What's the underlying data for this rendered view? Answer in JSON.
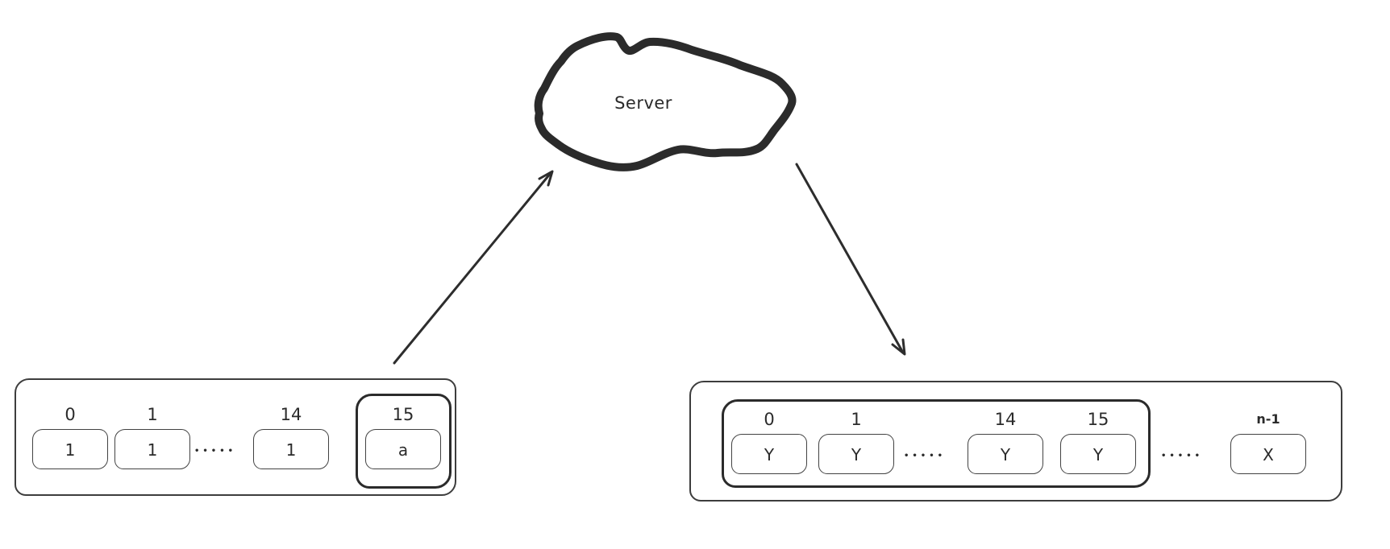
{
  "canvas": {
    "background": "#ffffff",
    "ink_color": "#2b2b2b"
  },
  "server": {
    "label": "Server"
  },
  "left_array": {
    "ellipsis": "•••••",
    "cells": [
      {
        "index": "0",
        "value": "1",
        "highlighted": false
      },
      {
        "index": "1",
        "value": "1",
        "highlighted": false
      },
      {
        "index": "14",
        "value": "1",
        "highlighted": false
      },
      {
        "index": "15",
        "value": "a",
        "highlighted": true
      }
    ]
  },
  "right_array": {
    "ellipsis_inner": "•••••",
    "ellipsis_outer": "•••••",
    "cells": [
      {
        "index": "0",
        "value": "Y",
        "in_group": true
      },
      {
        "index": "1",
        "value": "Y",
        "in_group": true
      },
      {
        "index": "14",
        "value": "Y",
        "in_group": true
      },
      {
        "index": "15",
        "value": "Y",
        "in_group": true
      },
      {
        "index": "n-1",
        "value": "X",
        "in_group": false
      }
    ]
  }
}
